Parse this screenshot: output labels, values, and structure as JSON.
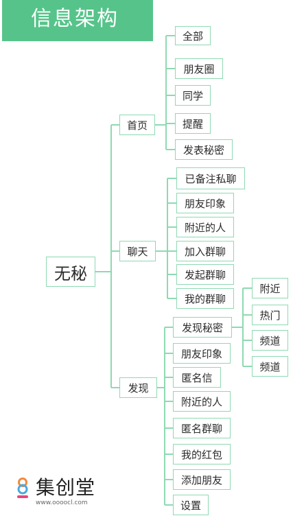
{
  "header": {
    "title": "信息架构"
  },
  "tree": {
    "root": "无秘",
    "branches": [
      {
        "label": "首页",
        "children": [
          "全部",
          "朋友圈",
          "同学",
          "提醒",
          "发表秘密"
        ]
      },
      {
        "label": "聊天",
        "children": [
          "已备注私聊",
          "朋友印象",
          "附近的人",
          "加入群聊",
          "发起群聊",
          "我的群聊"
        ]
      },
      {
        "label": "发现",
        "children": [
          "发现秘密",
          "朋友印象",
          "匿名信",
          "附近的人",
          "匿名群聊",
          "我的红包",
          "添加朋友",
          "设置"
        ]
      }
    ],
    "secret_children": [
      "附近",
      "热门",
      "频道",
      "频道"
    ]
  },
  "logo": {
    "text": "集创堂",
    "url": "www.oooocl.com"
  },
  "colors": {
    "banner": "#56c48a",
    "line": "#8ed9b2",
    "border": "#8ed9b2"
  }
}
